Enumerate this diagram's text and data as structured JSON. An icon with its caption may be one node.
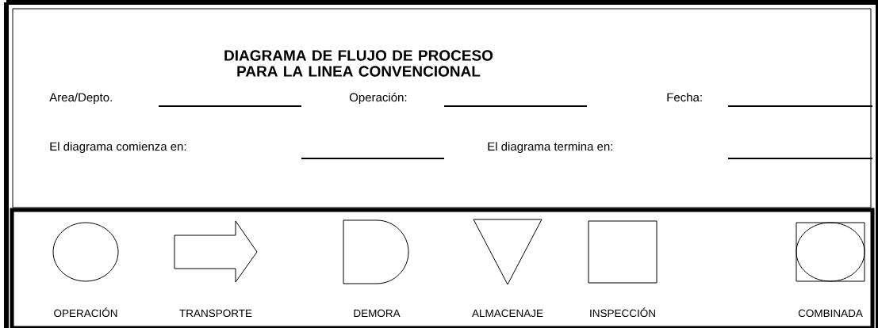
{
  "diagram": {
    "title": "DIAGRAMA DE FLUJO DE PROCESO PARA LA LINEA CONVENCIONAL",
    "nodes": [
      {
        "text": [],
        "shape": "circle",
        "beside": [
          "OPERACIÓN"
        ]
      },
      {
        "text": [],
        "shape": "arrow",
        "beside": [
          "TRANSPORTE"
        ]
      },
      {
        "text": [],
        "shape": "d-shape",
        "beside": [
          "DEMORA"
        ]
      },
      {
        "text": [],
        "shape": "triangle",
        "beside": [
          "ALMACENAJE"
        ]
      },
      {
        "text": [],
        "shape": "box",
        "beside": [
          "INSPECCIÓN"
        ]
      },
      {
        "text": [],
        "shape": "circle-in-box",
        "beside": [
          "COMBINADA"
        ]
      }
    ],
    "labels": [
      "Area/Depto.",
      "Operación:",
      "Fecha:",
      "El diagrama comienza en:",
      "El diagrama termina en:"
    ]
  }
}
